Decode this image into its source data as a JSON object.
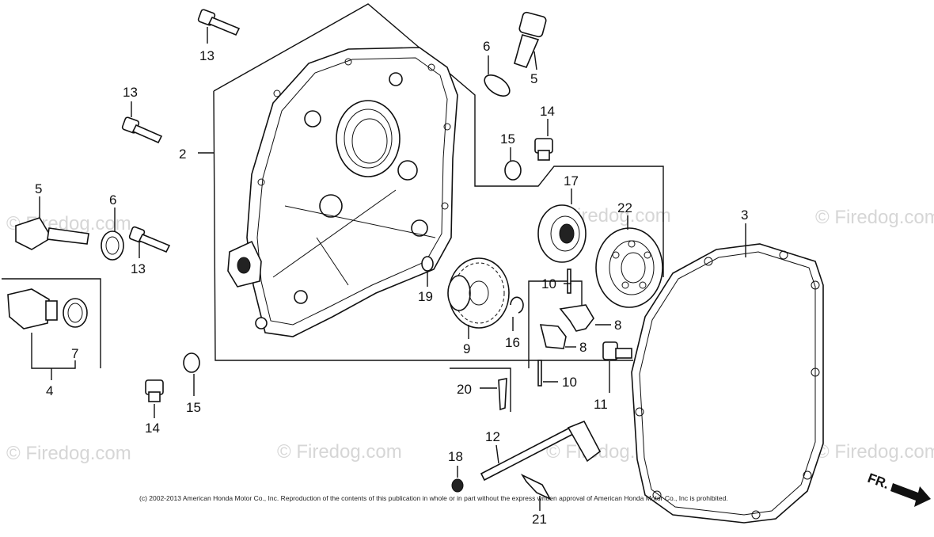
{
  "callouts": {
    "c13a": "13",
    "c13b": "13",
    "c13c": "13",
    "c2": "2",
    "c3": "3",
    "c4": "4",
    "c5a": "5",
    "c5b": "5",
    "c6a": "6",
    "c6b": "6",
    "c7": "7",
    "c8a": "8",
    "c8b": "8",
    "c9": "9",
    "c10a": "10",
    "c10b": "10",
    "c11": "11",
    "c12": "12",
    "c14a": "14",
    "c14b": "14",
    "c15a": "15",
    "c15b": "15",
    "c16": "16",
    "c17": "17",
    "c18": "18",
    "c19": "19",
    "c20": "20",
    "c21": "21",
    "c22": "22"
  },
  "watermark": "© Firedog.com",
  "copyright": "(c) 2002-2013 American Honda Motor Co., Inc. Reproduction of the contents of this publication in whole or in part without the express written approval of American Honda Motor Co., Inc is prohibited.",
  "direction_label": "FR."
}
